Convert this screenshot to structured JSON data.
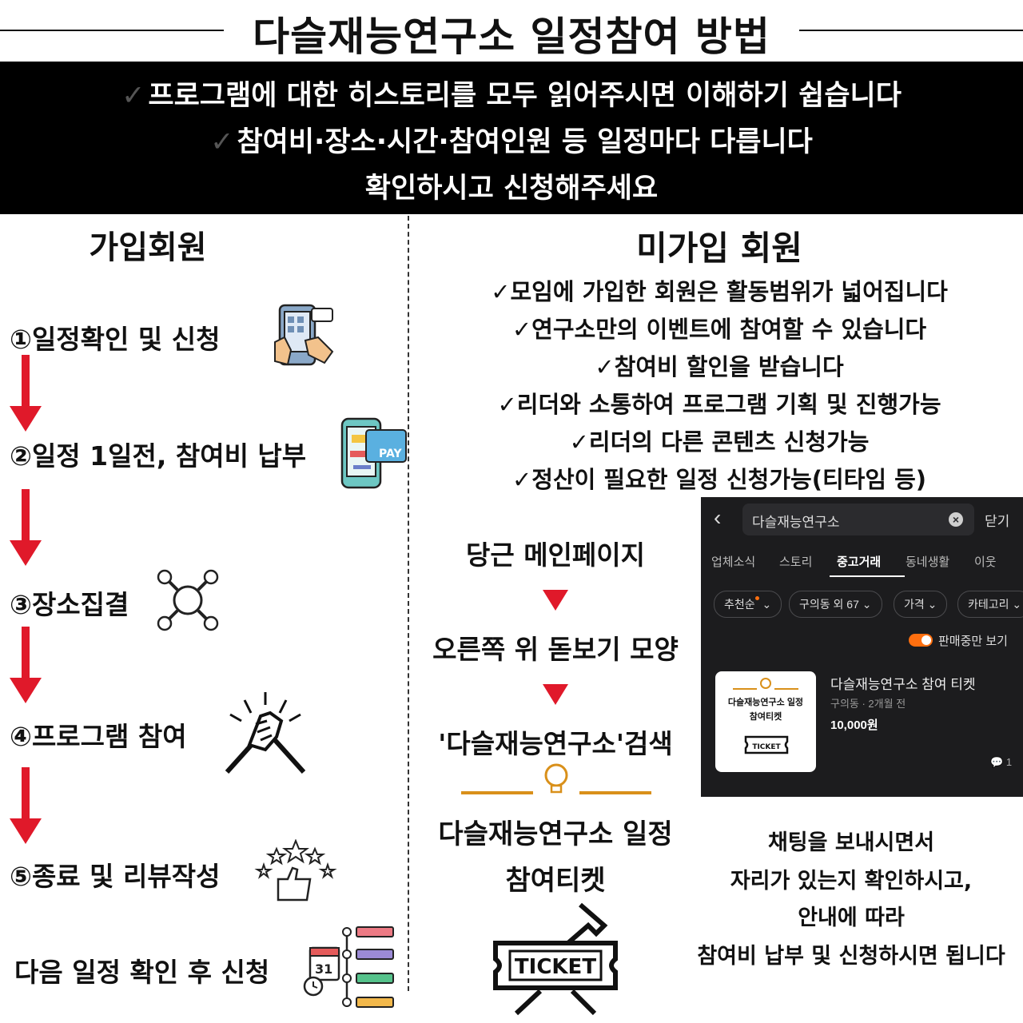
{
  "header": {
    "title": "다슬재능연구소 일정참여 방법"
  },
  "banner": {
    "lines": [
      "프로그램에 대한 히스토리를 모두 읽어주시면 이해하기 쉽습니다",
      "참여비·장소·시간·참여인원 등 일정마다 다릅니다",
      "확인하시고 신청해주세요"
    ],
    "check": "✓"
  },
  "left": {
    "heading": "가입회원",
    "steps": [
      "①일정확인 및 신청",
      "②일정 1일전, 참여비 납부",
      "③장소집결",
      "④프로그램 참여",
      "⑤종료 및 리뷰작성"
    ],
    "final": "다음 일정 확인 후 신청",
    "pay_label": "PAY",
    "calendar_day": "31"
  },
  "right": {
    "heading": "미가입 회원",
    "check": "✓",
    "benefits": [
      "모임에 가입한 회원은 활동범위가 넓어집니다",
      "연구소만의 이벤트에 참여할 수 있습니다",
      "참여비 할인을 받습니다",
      "리더와 소통하여 프로그램 기획 및 진행가능",
      "리더의 다른 콘텐츠 신청가능",
      "정산이 필요한 일정 신청가능(티타임 등)"
    ],
    "flow": [
      "당근 메인페이지",
      "오른쪽 위 돋보기 모양",
      "'다슬재능연구소'검색"
    ],
    "ticket_title_1": "다슬재능연구소 일정",
    "ticket_title_2": "참여티켓",
    "ticket_word": "TICKET",
    "info": [
      "채팅을 보내시면서",
      "자리가 있는지 확인하시고,",
      "안내에 따라",
      "참여비 납부 및 신청하시면 됩니다"
    ]
  },
  "app": {
    "search_value": "다슬재능연구소",
    "close_label": "닫기",
    "tabs": [
      "업체소식",
      "스토리",
      "중고거래",
      "동네생활",
      "이웃"
    ],
    "active_tab": "중고거래",
    "chips": [
      "추천순",
      "구의동 외 67",
      "가격",
      "카테고리"
    ],
    "toggle_label": "판매중만 보기",
    "listing": {
      "thumb_line_1": "다슬재능연구소 일정",
      "thumb_line_2": "참여티켓",
      "thumb_ticket": "TICKET",
      "title": "다슬재능연구소 참여 티켓",
      "meta": "구의동 · 2개월 전",
      "price": "10,000원",
      "chat_count": "1"
    }
  },
  "colors": {
    "arrow": "#e0192a",
    "banner_bg": "#000000",
    "accent": "#ff6f0f",
    "bulb_line": "#d9901a"
  }
}
